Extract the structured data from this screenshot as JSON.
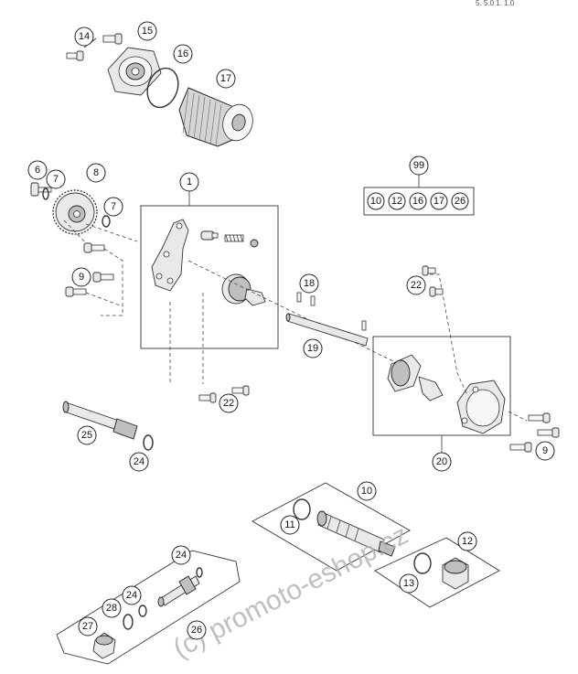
{
  "header": {
    "corner_code": "5.   5.0   1.  1.0"
  },
  "watermark": {
    "text": "(c) promoto-eshop.cz"
  },
  "callouts": {
    "c1": "1",
    "c6": "6",
    "c7a": "7",
    "c7b": "7",
    "c8": "8",
    "c9a": "9",
    "c9b": "9",
    "c10": "10",
    "c11": "11",
    "c12": "12",
    "c13": "13",
    "c14": "14",
    "c15": "15",
    "c16": "16",
    "c17": "17",
    "c18": "18",
    "c19": "19",
    "c20": "20",
    "c22a": "22",
    "c22b": "22",
    "c24a": "24",
    "c24b": "24",
    "c24c": "24",
    "c25": "25",
    "c26": "26",
    "c27": "27",
    "c28": "28",
    "c99": "99"
  },
  "kit_99": {
    "items": [
      "10",
      "12",
      "16",
      "17",
      "26"
    ]
  }
}
